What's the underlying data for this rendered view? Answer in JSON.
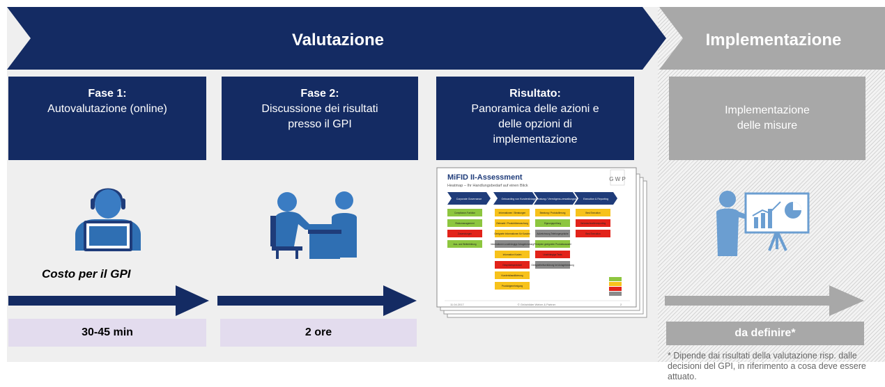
{
  "phases": {
    "valutazione": "Valutazione",
    "implementazione": "Implementazione"
  },
  "boxes": [
    {
      "title": "Fase 1:",
      "lines": [
        "Autovalutazione (online)"
      ]
    },
    {
      "title": "Fase 2:",
      "lines": [
        "Discussione dei risultati",
        "presso il GPI"
      ]
    },
    {
      "title": "Risultato:",
      "lines": [
        "Panoramica delle azioni e",
        "delle opzioni di",
        "implementazione"
      ]
    },
    {
      "title": "",
      "lines": [
        "Implementazione",
        "delle misure"
      ]
    }
  ],
  "cost_label": "Costo per il GPI",
  "durations": [
    "30-45 min",
    "2 ore",
    "da definire*"
  ],
  "footnote": "* Dipende dai risultati della valutazione risp. dalle decisioni del GPI, in riferimento a cosa deve essere attuato.",
  "icons": [
    "user-laptop-icon",
    "meeting-icon",
    "presentation-icon"
  ],
  "colors": {
    "navy": "#142b63",
    "grey": "#a8a8a8",
    "lavender": "#e3dcee",
    "icon_blue": "#2f6fb3"
  },
  "document": {
    "title": "MiFID II-Assessment",
    "subtitle": "Heatmap – Ihr Handlungsbedarf auf einen Blick",
    "logo": "G W P",
    "columns": [
      "Corporate Governance",
      "Onboarding von Kunden",
      "Anlageberatung / Vermögens-verwaltungsbetrieb",
      "Execution & Reporting"
    ],
    "footer": [
      "11.04.2017",
      "© Grützbilder Weber & Partner",
      "2"
    ],
    "col1": [
      {
        "text": "Compliance-Funktion",
        "color": "#8dc63f"
      },
      {
        "text": "Risikomanagement",
        "color": "#8dc63f"
      },
      {
        "text": "Zuwendungen",
        "color": "#e2231a"
      },
      {
        "text": "Aus- und Weiterbildung",
        "color": "#8dc63f"
      }
    ],
    "col2": [
      {
        "text": "Informationen / Beratungen",
        "color": "#f7c21b"
      },
      {
        "text": "Zielmarkt / Produktüberwachung",
        "color": "#f7c21b"
      },
      {
        "text": "Geeignete Informationen für Kunden",
        "color": "#f7c21b"
      },
      {
        "text": "Informationen unabhängige Anlageberatung",
        "color": "#8a8a8a"
      },
      {
        "text": "Information Kosten",
        "color": "#f7c21b"
      },
      {
        "text": "Gesprächsprotokoll",
        "color": "#e2231a"
      },
      {
        "text": "Kundenklassifizierung",
        "color": "#f7c21b"
      },
      {
        "text": "Produktgenehmigung",
        "color": "#f7c21b"
      }
    ],
    "col3": [
      {
        "text": "Beratung / Protokollierung",
        "color": "#f7c21b"
      },
      {
        "text": "Eignungsprüfung",
        "color": "#8dc63f"
      },
      {
        "text": "Aufzeichnung Telefongespräche",
        "color": "#8a8a8a"
      },
      {
        "text": "Prinzipien geeigneter Produktauswahl",
        "color": "#8dc63f"
      },
      {
        "text": "Unabhängige Tests",
        "color": "#e2231a"
      },
      {
        "text": "Geeignetheitserklärung bei Anlageberatung",
        "color": "#8a8a8a"
      }
    ],
    "col4": [
      {
        "text": "Best Execution",
        "color": "#f7c21b"
      },
      {
        "text": "Verlustschwellenreporting",
        "color": "#e2231a"
      },
      {
        "text": "Best Execution",
        "color": "#e2231a"
      }
    ],
    "legend_colors": [
      "#8dc63f",
      "#f7c21b",
      "#e2231a",
      "#8a8a8a"
    ]
  }
}
